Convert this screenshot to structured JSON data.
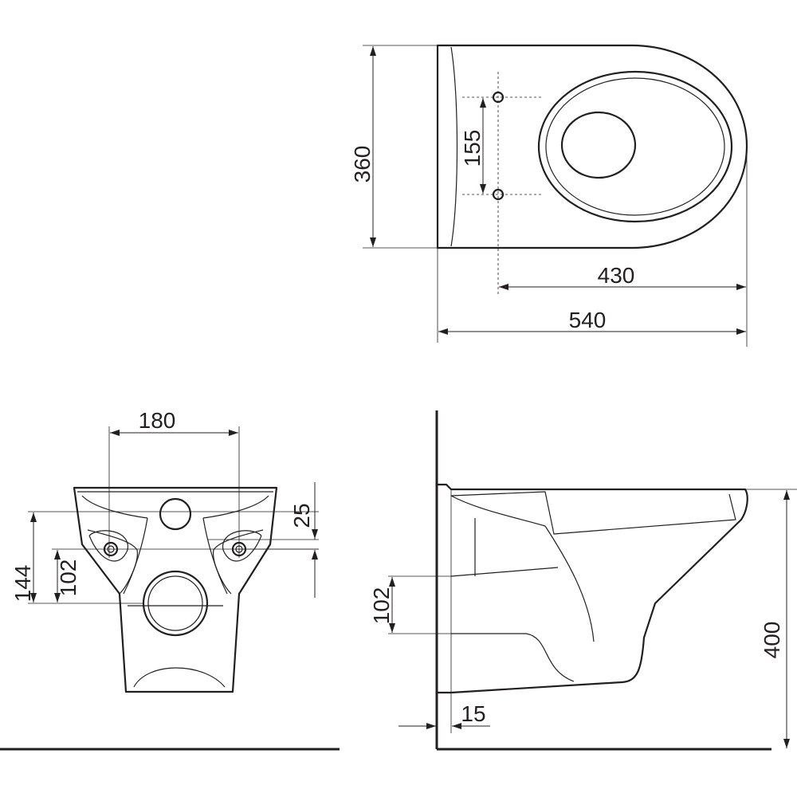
{
  "dimensions": {
    "top_view": {
      "overall_width": "360",
      "overall_length": "540",
      "front_to_fixings": "430",
      "fixing_spacing": "155"
    },
    "front_view": {
      "fixing_spacing": "180",
      "inlet_offset": "25",
      "outlet_height": "144",
      "fixing_height": "102"
    },
    "side_view": {
      "fixing_height": "102",
      "rim_height": "400",
      "wall_gap": "15"
    }
  }
}
